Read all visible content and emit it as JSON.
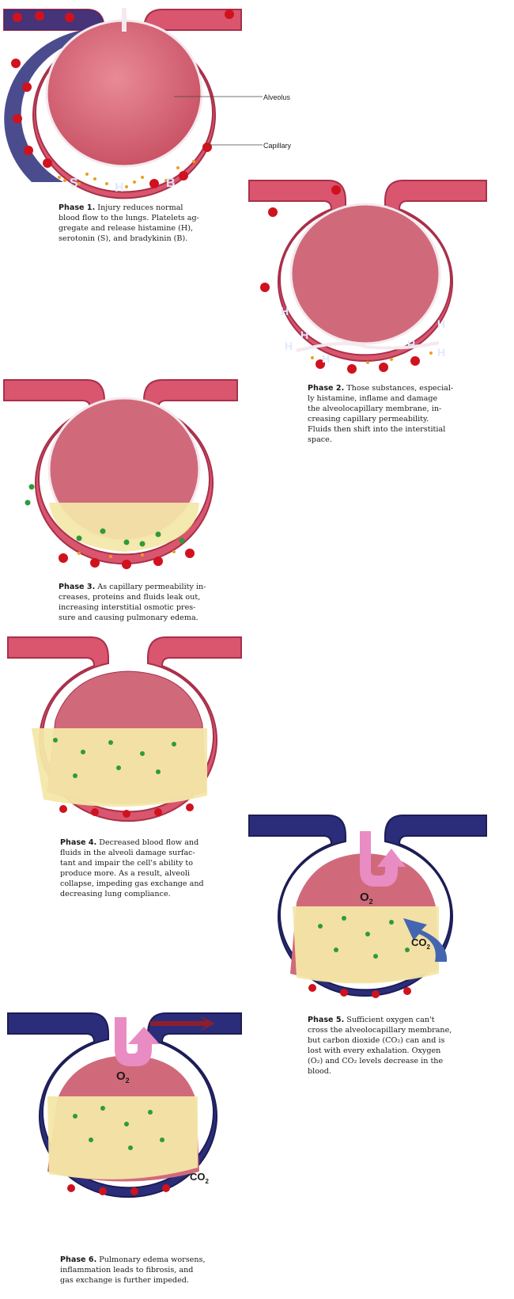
{
  "labels": {
    "alveolus": "Alveolus",
    "capillary": "Capillary"
  },
  "chemicals": {
    "histamine": "H",
    "serotonin": "S",
    "bradykinin": "B"
  },
  "gases": {
    "oxygen": "O",
    "oxygen_sub": "2",
    "carbon_dioxide": "CO",
    "carbon_dioxide_sub": "2"
  },
  "phases": [
    {
      "title": "Phase 1.",
      "lines": [
        "Injury reduces normal",
        "blood flow to the lungs. Platelets ag-",
        "gregate and release histamine (H),",
        "serotonin (S), and bradykinin (B)."
      ]
    },
    {
      "title": "Phase 2.",
      "lines": [
        "Those substances, especial-",
        "ly histamine, inflame and damage",
        "the alveolocapillary membrane, in-",
        "creasing capillary permeability.",
        "Fluids then shift into the interstitial",
        "space."
      ]
    },
    {
      "title": "Phase 3.",
      "lines": [
        "As capillary permeability in-",
        "creases, proteins and fluids leak out,",
        "increasing interstitial osmotic pres-",
        "sure and causing pulmonary edema."
      ]
    },
    {
      "title": "Phase 4.",
      "lines": [
        "Decreased blood flow and",
        "fluids in the alveoli damage surfac-",
        "tant and impair the cell's ability to",
        "produce more. As a result, alveoli",
        "collapse, impeding gas exchange and",
        "decreasing lung compliance."
      ]
    },
    {
      "title": "Phase 5.",
      "lines": [
        "Sufficient oxygen can't",
        "cross the alveolocapillary membrane,",
        "but carbon dioxide (CO₂) can and is",
        "lost with every exhalation. Oxygen",
        "(O₂) and CO₂ levels decrease in the",
        "blood."
      ]
    },
    {
      "title": "Phase 6.",
      "lines": [
        "Pulmonary edema worsens,",
        "inflammation leads to fibrosis, and",
        "gas exchange is further impeded."
      ]
    }
  ],
  "colors": {
    "vessel_pink": "#d9566e",
    "vessel_dark": "#a8304a",
    "vessel_blue": "#2b2d7a",
    "alveolus_fill": "#d8697a",
    "fluid": "#f3e7a8",
    "blood_cell": "#d0121e",
    "platelet": "#e8a020",
    "protein": "#2f9a3a",
    "oxygen_arrow": "#e98cc4",
    "co2_arrow": "#4466b0"
  }
}
